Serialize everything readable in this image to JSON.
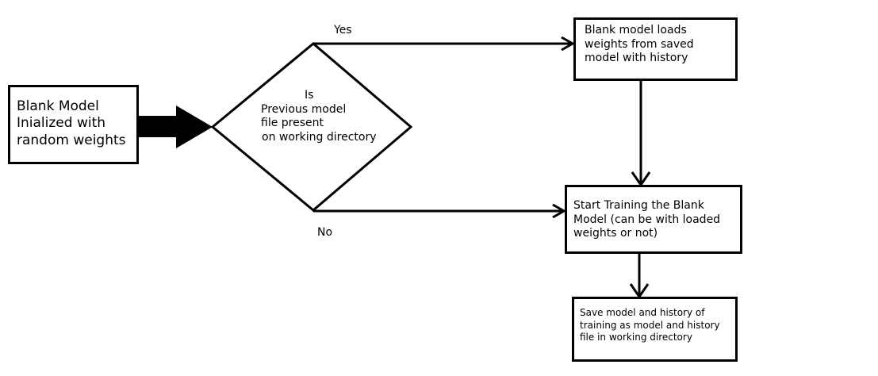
{
  "diagram": {
    "start_box": {
      "lines": [
        "Blank Model",
        "Inialized with",
        "random weights"
      ]
    },
    "decision": {
      "lines": [
        "Is",
        "Previous model",
        "file present",
        "on working directory"
      ]
    },
    "yes_label": "Yes",
    "no_label": "No",
    "load_box": {
      "lines": [
        "Blank model loads",
        "weights from saved",
        "model with history"
      ]
    },
    "train_box": {
      "lines": [
        "Start Training the Blank",
        "Model (can be with loaded",
        "weights or not)"
      ]
    },
    "save_box": {
      "lines": [
        "Save model and history of",
        "training as model and history",
        "file in working directory"
      ]
    }
  }
}
